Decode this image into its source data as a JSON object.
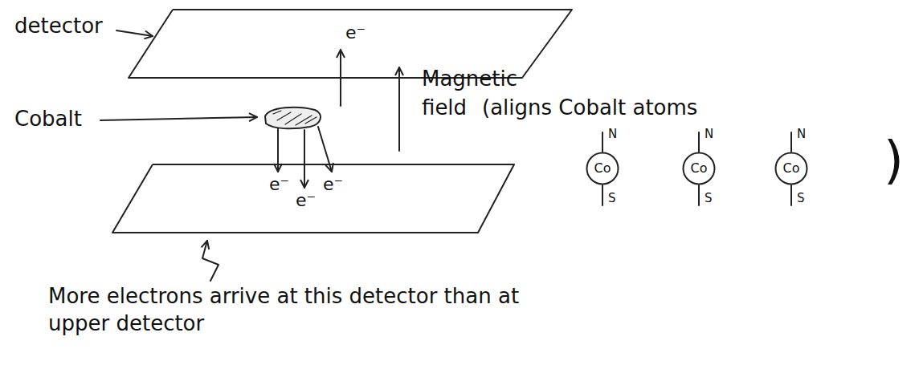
{
  "diagram": {
    "nodes": [
      {
        "text": [
          "e⁻"
        ]
      },
      {
        "text": [
          "e⁻",
          "e⁻",
          "e⁻"
        ]
      },
      {
        "text": [
          "Co"
        ]
      },
      {
        "text": [
          "Co"
        ]
      },
      {
        "text": [
          "Co"
        ]
      }
    ],
    "labels": [
      "detector",
      "Cobalt",
      "Magnetic field",
      "(aligns Cobalt atoms",
      "N",
      "S",
      "N",
      "S",
      "N",
      "S",
      ")",
      "More electrons arrive at this detector than at upper detector"
    ]
  }
}
